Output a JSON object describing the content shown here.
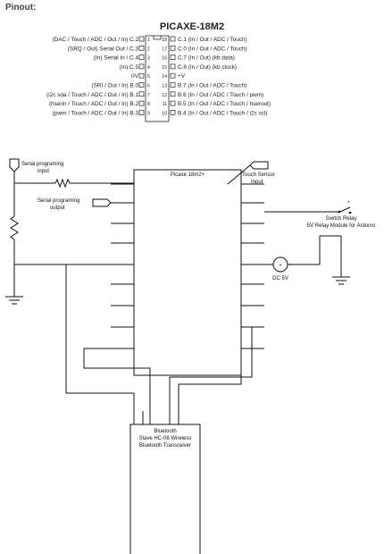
{
  "heading": "Pinout:",
  "chip": {
    "name": "PICAXE-18M2",
    "left_pins": [
      {
        "num": "1",
        "label": "(DAC / Touch / ADC / Out / In) C.2"
      },
      {
        "num": "2",
        "label": "(SRQ / Out) Serial Out / C.3"
      },
      {
        "num": "3",
        "label": "(In) Serial In / C.4"
      },
      {
        "num": "4",
        "label": "(In) C.5"
      },
      {
        "num": "5",
        "label": "0V"
      },
      {
        "num": "6",
        "label": "(SRI / Out / In) B.0"
      },
      {
        "num": "7",
        "label": "(i2c sda / Touch / ADC / Out / In) B.1"
      },
      {
        "num": "8",
        "label": "(hserin / Touch / ADC / Out / In) B.2"
      },
      {
        "num": "9",
        "label": "(pwm / Touch / ADC / Out / In) B.3"
      }
    ],
    "right_pins": [
      {
        "num": "18",
        "label": "C.1 (In / Out / ADC / Touch)"
      },
      {
        "num": "17",
        "label": "C.0 (In / Out / ADC / Touch)"
      },
      {
        "num": "16",
        "label": "C.7 (In / Out) (kb data)"
      },
      {
        "num": "15",
        "label": "C.6 (In / Out) (kb clock)"
      },
      {
        "num": "14",
        "label": "+V"
      },
      {
        "num": "13",
        "label": "B.7 (In / Out / ADC / Touch)"
      },
      {
        "num": "12",
        "label": "B.6 (In / Out / ADC / Touch / pwm)"
      },
      {
        "num": "11",
        "label": "B.5 (In / Out / ADC / Touch / hserout)"
      },
      {
        "num": "10",
        "label": "B.4 (In / Out / ADC / Touch / i2c scl)"
      }
    ]
  },
  "schematic": {
    "mcu_label": "Picaxe 18m2+",
    "serial_input": [
      "Serial programing",
      "input"
    ],
    "serial_output": [
      "Serial programing",
      "output"
    ],
    "touch_sensor": [
      "Touch Sensor",
      "Input"
    ],
    "relay": [
      "Switch Relay",
      "5V Relay Module for Arduino"
    ],
    "dc_source": "DC 5V",
    "bluetooth": [
      "Bluetooth",
      "Slave HC-06 Wireless",
      "Bluetooth Transceiver"
    ]
  }
}
